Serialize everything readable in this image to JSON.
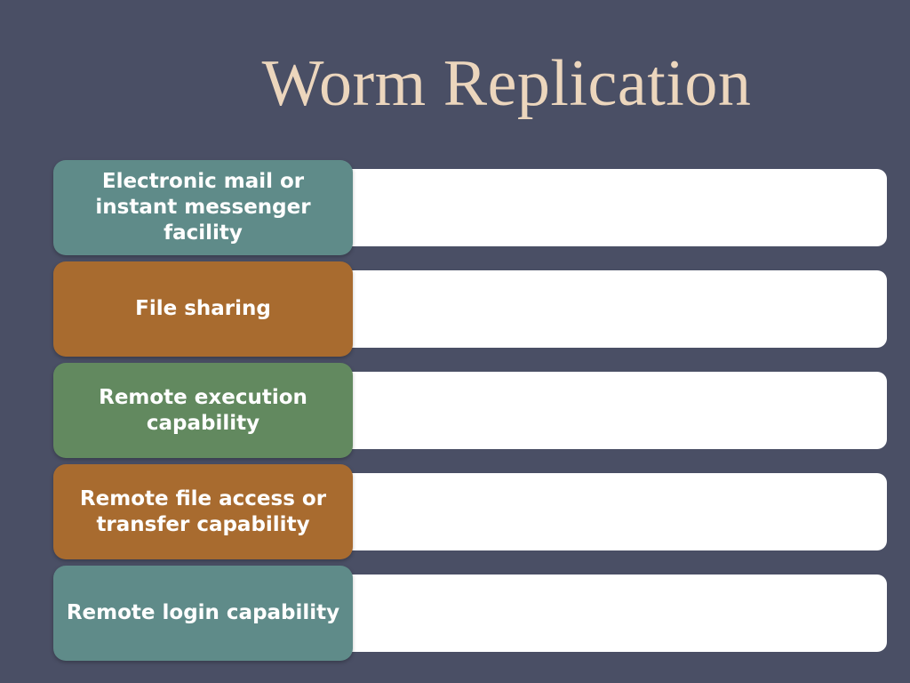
{
  "title": "Worm Replication",
  "colors": {
    "background": "#4a4f65",
    "title": "#ecd6bd",
    "teal": "#5f8b89",
    "orange": "#a86b2f",
    "green": "#62895f",
    "bar": "#ffffff"
  },
  "items": [
    {
      "label": "Electronic mail or instant messenger facility",
      "color": "teal"
    },
    {
      "label": "File sharing",
      "color": "orange"
    },
    {
      "label": "Remote execution capability",
      "color": "green"
    },
    {
      "label": "Remote file access or transfer capability",
      "color": "orange"
    },
    {
      "label": "Remote login capability",
      "color": "teal"
    }
  ]
}
